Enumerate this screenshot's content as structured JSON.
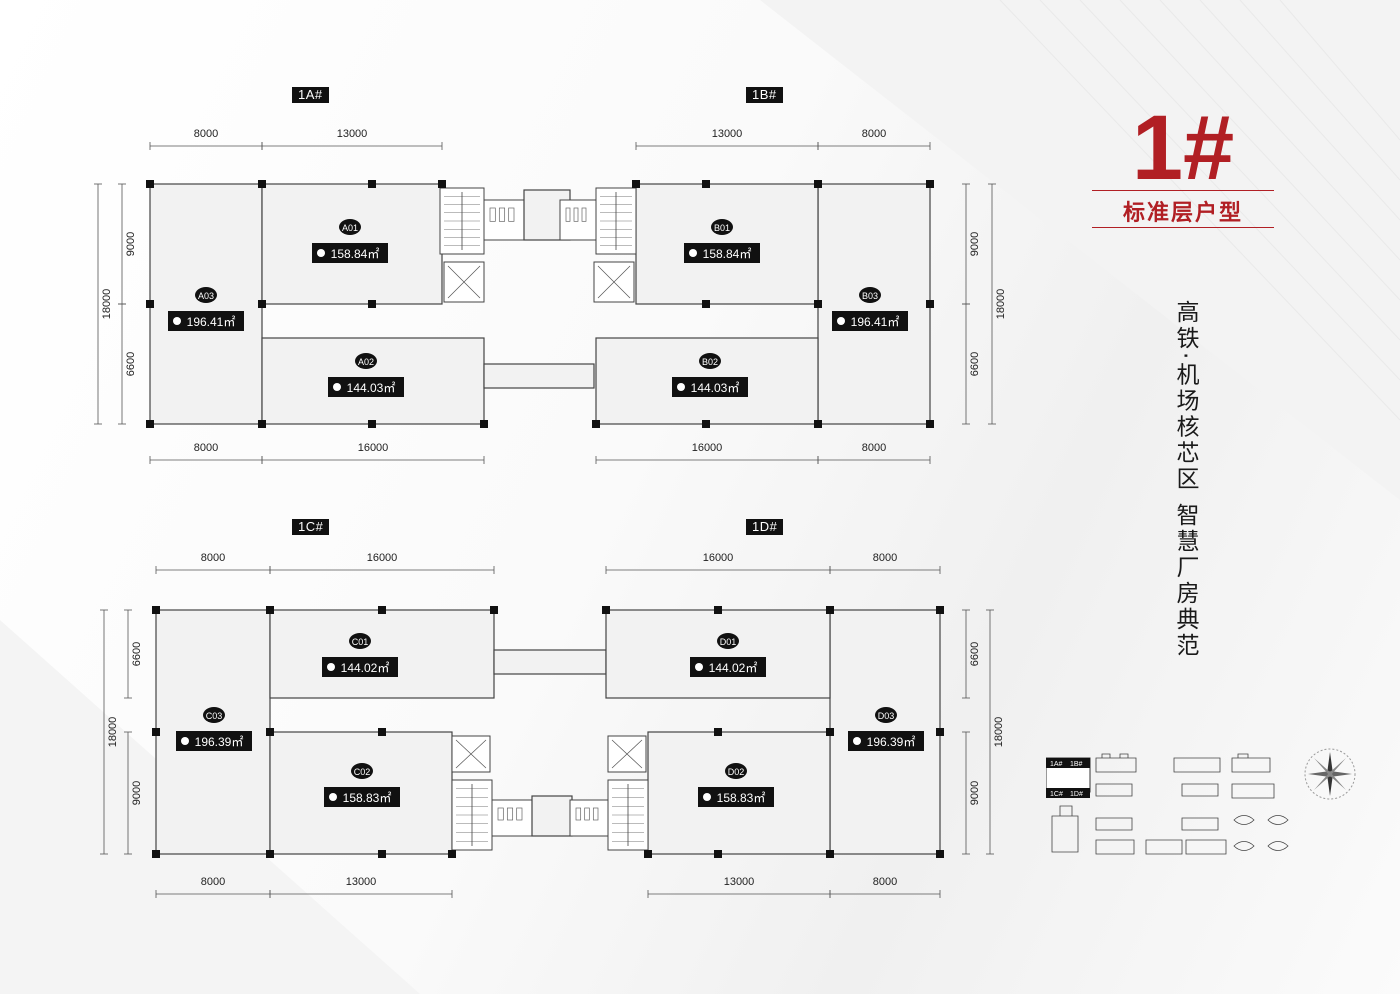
{
  "header": {
    "title": "1#",
    "subtitle": "标准层户型",
    "slogan": "高铁·机场核芯区  智慧厂房典范"
  },
  "buildings": [
    {
      "id": "1A",
      "tag": "1A#",
      "top_dims": [
        "8000",
        "13000"
      ],
      "bottom_dims": [
        "8000",
        "16000"
      ],
      "side_total": "18000",
      "side_parts": [
        "9000",
        "6600"
      ],
      "units": [
        {
          "code": "A01",
          "area": "158.84㎡"
        },
        {
          "code": "A02",
          "area": "144.03㎡"
        },
        {
          "code": "A03",
          "area": "196.41㎡"
        }
      ]
    },
    {
      "id": "1B",
      "tag": "1B#",
      "top_dims": [
        "13000",
        "8000"
      ],
      "bottom_dims": [
        "16000",
        "8000"
      ],
      "side_total": "18000",
      "side_parts": [
        "9000",
        "6600"
      ],
      "units": [
        {
          "code": "B01",
          "area": "158.84㎡"
        },
        {
          "code": "B02",
          "area": "144.03㎡"
        },
        {
          "code": "B03",
          "area": "196.41㎡"
        }
      ]
    },
    {
      "id": "1C",
      "tag": "1C#",
      "top_dims": [
        "8000",
        "16000"
      ],
      "bottom_dims": [
        "8000",
        "13000"
      ],
      "side_total": "18000",
      "side_parts": [
        "6600",
        "9000"
      ],
      "units": [
        {
          "code": "C01",
          "area": "144.02㎡"
        },
        {
          "code": "C02",
          "area": "158.83㎡"
        },
        {
          "code": "C03",
          "area": "196.39㎡"
        }
      ]
    },
    {
      "id": "1D",
      "tag": "1D#",
      "top_dims": [
        "16000",
        "8000"
      ],
      "bottom_dims": [
        "13000",
        "8000"
      ],
      "side_total": "18000",
      "side_parts": [
        "6600",
        "9000"
      ],
      "units": [
        {
          "code": "D01",
          "area": "144.02㎡"
        },
        {
          "code": "D02",
          "area": "158.83㎡"
        },
        {
          "code": "D03",
          "area": "196.39㎡"
        }
      ]
    }
  ],
  "key_plan": {
    "labels": [
      "1A#",
      "1B#",
      "1C#",
      "1D#"
    ]
  },
  "colors": {
    "accent": "#b11f24",
    "room_fill": "#f2f2f2",
    "wall": "#444444",
    "label_bg": "#111111"
  }
}
